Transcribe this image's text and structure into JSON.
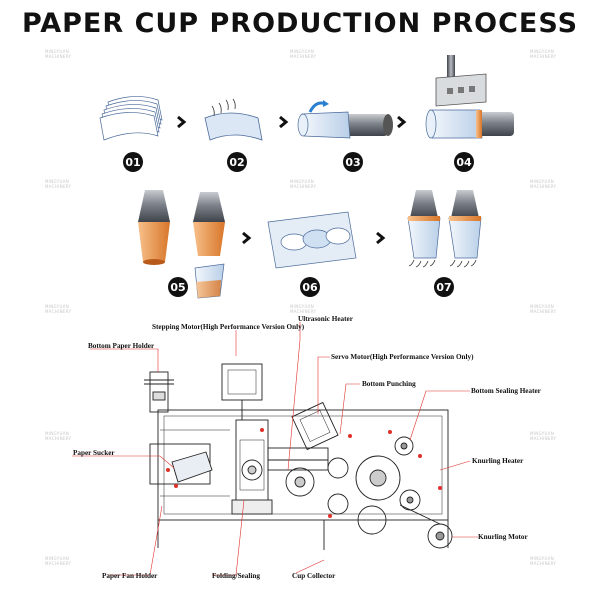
{
  "title": "PAPER CUP PRODUCTION PROCESS",
  "steps": [
    "01",
    "02",
    "03",
    "04",
    "05",
    "06",
    "07"
  ],
  "watermark": {
    "line1": "MINGYUAN",
    "line2": "MACHINERY"
  },
  "callouts": {
    "stepping_motor": "Stepping Motor(High Performance Version Only)",
    "ultrasonic_heater": "Ultrasonic Heater",
    "bottom_paper_holder": "Bottom Paper Holder",
    "servo_motor": "Servo Motor(High Performance Version Only)",
    "bottom_punching": "Bottom Punching",
    "bottom_sealing_heater": "Bottom Sealing Heater",
    "paper_sucker": "Paper Sucker",
    "knurling_heater": "Knurling Heater",
    "knurling_motor": "Knurling Motor",
    "paper_fan_holder": "Paper Fan Holder",
    "folding_sealing": "Folding/Sealing",
    "cup_collector": "Cup Collector"
  },
  "colors": {
    "accent_red": "#e0302a",
    "copper": "#e58a3c",
    "cup_blue": "#cfe0f2",
    "steel": "#8a8f96"
  }
}
